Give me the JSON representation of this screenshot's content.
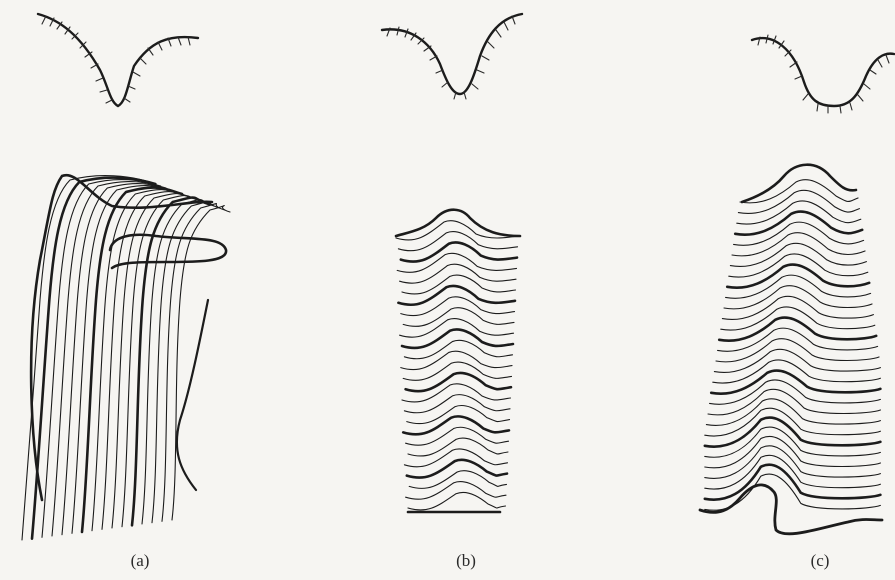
{
  "figure": {
    "panels": [
      {
        "label": "(a)"
      },
      {
        "label": "(b)"
      },
      {
        "label": "(c)"
      }
    ],
    "ink_color": "#1c1c1c",
    "paper_color": "#f6f5f2"
  }
}
